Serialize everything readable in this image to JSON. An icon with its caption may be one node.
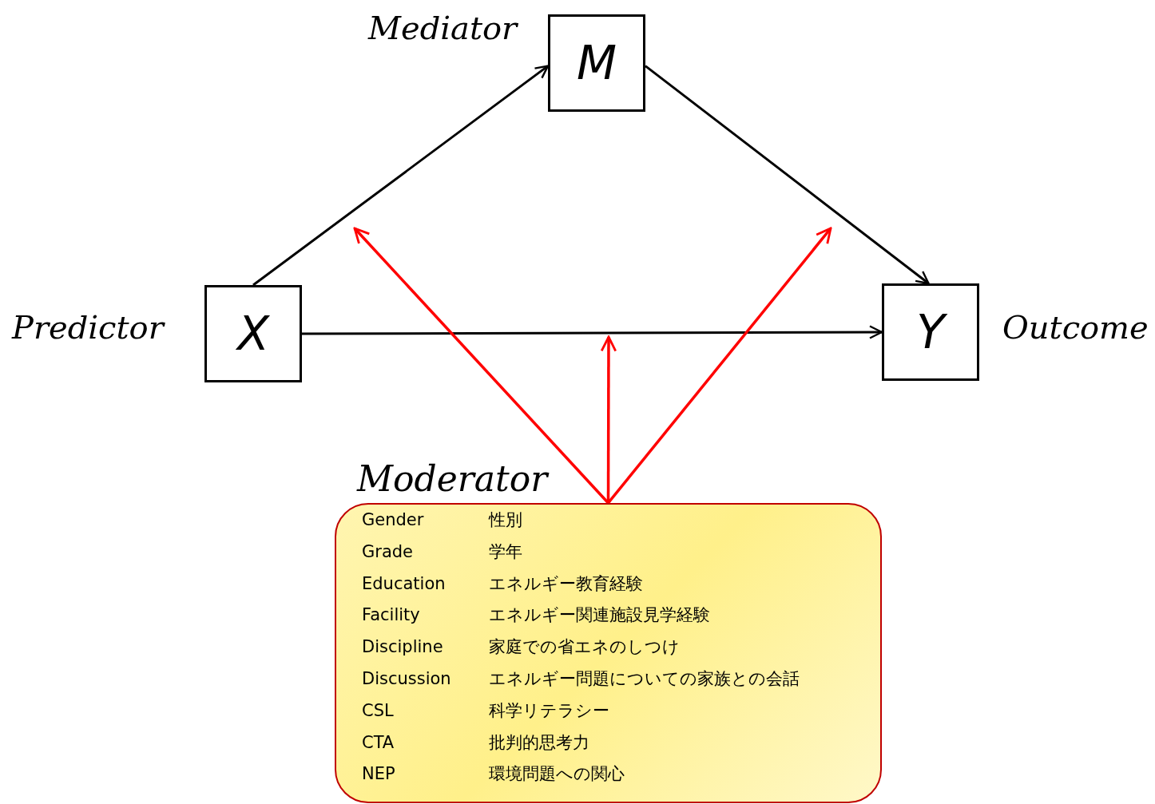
{
  "diagram": {
    "nodes": [
      {
        "text": [
          "M"
        ],
        "beside": [
          "Mediator"
        ]
      },
      {
        "text": [
          "X"
        ],
        "beside": [
          "Predictor"
        ]
      },
      {
        "text": [
          "Y"
        ],
        "beside": [
          "Outcome"
        ]
      },
      {
        "text": [
          "Moderator",
          "Gender",
          "性別",
          "Grade",
          "学年",
          "Education",
          "エネルギー教育経験",
          "Facility",
          "エネルギー関連施設見学経験",
          "Discipline",
          "家庭での省エネのしつけ",
          "Discussion",
          "エネルギー問題についての家族との会話",
          "CSL",
          "科学リテラシー",
          "CTA",
          "批判的思考力",
          "NEP",
          "環境問題への関心"
        ]
      }
    ],
    "edges": [
      {
        "from": 1,
        "to": 0,
        "arrow": "to"
      },
      {
        "from": 0,
        "to": 2,
        "arrow": "to"
      },
      {
        "from": 1,
        "to": 2,
        "arrow": "to"
      },
      {
        "from": 3,
        "to": null,
        "arrow": "to",
        "color": "#ff0000"
      },
      {
        "from": 3,
        "to": null,
        "arrow": "to",
        "color": "#ff0000"
      },
      {
        "from": 3,
        "to": null,
        "arrow": "to",
        "color": "#ff0000"
      }
    ]
  }
}
